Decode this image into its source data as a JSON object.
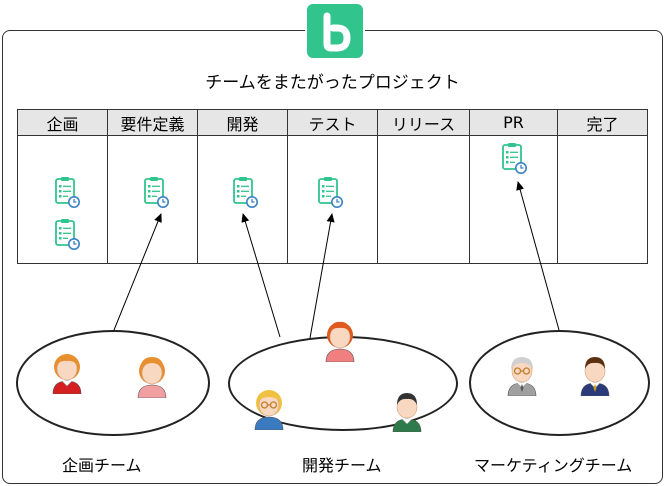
{
  "title": "チームをまたがったプロジェクト",
  "logo_icon": "b-logo-icon",
  "colors": {
    "brand": "#31c48d",
    "header_bg": "#e6e6e6",
    "card_icon": "#31c48d",
    "clock": "#3b82c4"
  },
  "columns": [
    {
      "label": "企画",
      "cards": 2
    },
    {
      "label": "要件定義",
      "cards": 1
    },
    {
      "label": "開発",
      "cards": 1
    },
    {
      "label": "テスト",
      "cards": 1
    },
    {
      "label": "リリース",
      "cards": 0
    },
    {
      "label": "PR",
      "cards": 1
    },
    {
      "label": "完了",
      "cards": 0
    }
  ],
  "teams": [
    {
      "label": "企画チーム",
      "members": [
        "orange-hair-avatar",
        "pink-hat-avatar"
      ]
    },
    {
      "label": "開発チーム",
      "members": [
        "red-hair-avatar",
        "glasses-avatar",
        "green-shirt-avatar"
      ]
    },
    {
      "label": "マーケティングチーム",
      "members": [
        "grey-hair-glasses-avatar",
        "navy-suit-avatar"
      ]
    }
  ]
}
